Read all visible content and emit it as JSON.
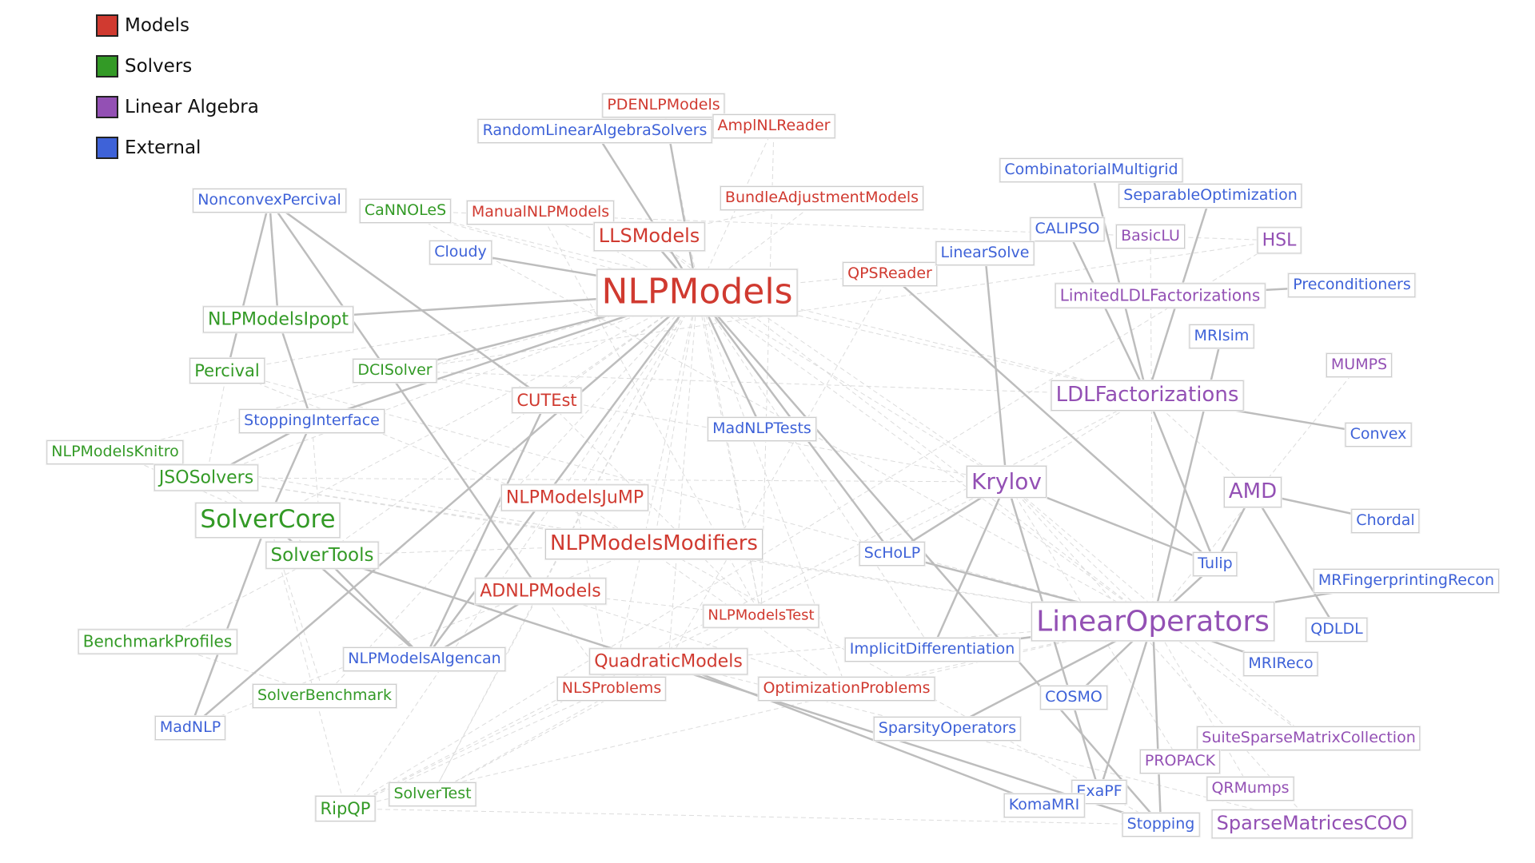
{
  "legend": [
    {
      "label": "Models",
      "color": "#d03a30"
    },
    {
      "label": "Solvers",
      "color": "#339a26"
    },
    {
      "label": "Linear Algebra",
      "color": "#9350b4"
    },
    {
      "label": "External",
      "color": "#3e62d8"
    }
  ],
  "nodes": [
    {
      "id": "NLPModels",
      "cat": "Models",
      "size": 44
    },
    {
      "id": "PDENLPModels",
      "cat": "Models",
      "size": 19
    },
    {
      "id": "AmplNLReader",
      "cat": "Models",
      "size": 19
    },
    {
      "id": "RandomLinearAlgebraSolvers",
      "cat": "External",
      "size": 19
    },
    {
      "id": "BundleAdjustmentModels",
      "cat": "Models",
      "size": 19
    },
    {
      "id": "ManualNLPModels",
      "cat": "Models",
      "size": 19
    },
    {
      "id": "LLSModels",
      "cat": "Models",
      "size": 24
    },
    {
      "id": "QPSReader",
      "cat": "Models",
      "size": 19
    },
    {
      "id": "CUTEst",
      "cat": "Models",
      "size": 21
    },
    {
      "id": "NLPModelsJuMP",
      "cat": "Models",
      "size": 22
    },
    {
      "id": "NLPModelsModifiers",
      "cat": "Models",
      "size": 26
    },
    {
      "id": "ADNLPModels",
      "cat": "Models",
      "size": 22
    },
    {
      "id": "NLPModelsTest",
      "cat": "Models",
      "size": 18
    },
    {
      "id": "QuadraticModels",
      "cat": "Models",
      "size": 22
    },
    {
      "id": "NLSProblems",
      "cat": "Models",
      "size": 19
    },
    {
      "id": "OptimizationProblems",
      "cat": "Models",
      "size": 19
    },
    {
      "id": "CaNNOLeS",
      "cat": "Solvers",
      "size": 19
    },
    {
      "id": "NLPModelsIpopt",
      "cat": "Solvers",
      "size": 22
    },
    {
      "id": "Percival",
      "cat": "Solvers",
      "size": 21
    },
    {
      "id": "DCISolver",
      "cat": "Solvers",
      "size": 19
    },
    {
      "id": "NLPModelsKnitro",
      "cat": "Solvers",
      "size": 19
    },
    {
      "id": "JSOSolvers",
      "cat": "Solvers",
      "size": 22
    },
    {
      "id": "SolverCore",
      "cat": "Solvers",
      "size": 31
    },
    {
      "id": "SolverTools",
      "cat": "Solvers",
      "size": 23
    },
    {
      "id": "BenchmarkProfiles",
      "cat": "Solvers",
      "size": 20
    },
    {
      "id": "SolverBenchmark",
      "cat": "Solvers",
      "size": 19
    },
    {
      "id": "RipQP",
      "cat": "Solvers",
      "size": 21
    },
    {
      "id": "SolverTest",
      "cat": "Solvers",
      "size": 19
    },
    {
      "id": "Krylov",
      "cat": "Linear Algebra",
      "size": 28
    },
    {
      "id": "LinearOperators",
      "cat": "Linear Algebra",
      "size": 36
    },
    {
      "id": "LDLFactorizations",
      "cat": "Linear Algebra",
      "size": 26
    },
    {
      "id": "AMD",
      "cat": "Linear Algebra",
      "size": 26
    },
    {
      "id": "HSL",
      "cat": "Linear Algebra",
      "size": 22
    },
    {
      "id": "BasicLU",
      "cat": "Linear Algebra",
      "size": 19
    },
    {
      "id": "LimitedLDLFactorizations",
      "cat": "Linear Algebra",
      "size": 20
    },
    {
      "id": "MUMPS",
      "cat": "Linear Algebra",
      "size": 19
    },
    {
      "id": "SuiteSparseMatrixCollection",
      "cat": "Linear Algebra",
      "size": 19
    },
    {
      "id": "PROPACK",
      "cat": "Linear Algebra",
      "size": 19
    },
    {
      "id": "QRMumps",
      "cat": "Linear Algebra",
      "size": 19
    },
    {
      "id": "SparseMatricesCOO",
      "cat": "Linear Algebra",
      "size": 24
    },
    {
      "id": "NonconvexPercival",
      "cat": "External",
      "size": 19
    },
    {
      "id": "Cloudy",
      "cat": "External",
      "size": 19
    },
    {
      "id": "StoppingInterface",
      "cat": "External",
      "size": 19
    },
    {
      "id": "MadNLPTests",
      "cat": "External",
      "size": 19
    },
    {
      "id": "NLPModelsAlgencan",
      "cat": "External",
      "size": 19
    },
    {
      "id": "MadNLP",
      "cat": "External",
      "size": 19
    },
    {
      "id": "CombinatorialMultigrid",
      "cat": "External",
      "size": 19
    },
    {
      "id": "SeparableOptimization",
      "cat": "External",
      "size": 19
    },
    {
      "id": "CALIPSO",
      "cat": "External",
      "size": 19
    },
    {
      "id": "LinearSolve",
      "cat": "External",
      "size": 19
    },
    {
      "id": "Preconditioners",
      "cat": "External",
      "size": 19
    },
    {
      "id": "MRIsim",
      "cat": "External",
      "size": 19
    },
    {
      "id": "Convex",
      "cat": "External",
      "size": 19
    },
    {
      "id": "Chordal",
      "cat": "External",
      "size": 19
    },
    {
      "id": "ScHoLP",
      "cat": "External",
      "size": 19
    },
    {
      "id": "Tulip",
      "cat": "External",
      "size": 19
    },
    {
      "id": "MRFingerprintingRecon",
      "cat": "External",
      "size": 19
    },
    {
      "id": "QDLDL",
      "cat": "External",
      "size": 19
    },
    {
      "id": "MRIReco",
      "cat": "External",
      "size": 19
    },
    {
      "id": "ImplicitDifferentiation",
      "cat": "External",
      "size": 19
    },
    {
      "id": "COSMO",
      "cat": "External",
      "size": 19
    },
    {
      "id": "SparsityOperators",
      "cat": "External",
      "size": 19
    },
    {
      "id": "ExaPF",
      "cat": "External",
      "size": 19
    },
    {
      "id": "KomaMRI",
      "cat": "External",
      "size": 19
    },
    {
      "id": "Stopping",
      "cat": "External",
      "size": 19
    }
  ],
  "edges_solid": [
    [
      "NLPModels",
      "Cloudy"
    ],
    [
      "NLPModels",
      "LLSModels"
    ],
    [
      "NLPModels",
      "NLPModelsIpopt"
    ],
    [
      "NLPModels",
      "DCISolver"
    ],
    [
      "NLPModels",
      "MadNLPTests"
    ],
    [
      "NLPModels",
      "NLPModelsAlgencan"
    ],
    [
      "NLPModels",
      "ScHoLP"
    ],
    [
      "NLPModels",
      "Stopping"
    ],
    [
      "NLPModels",
      "MadNLP"
    ],
    [
      "NLPModels",
      "PDENLPModels"
    ],
    [
      "NLPModels",
      "RandomLinearAlgebraSolvers"
    ],
    [
      "NLPModels",
      "StoppingInterface"
    ],
    [
      "NLPModelsIpopt",
      "NonconvexPercival"
    ],
    [
      "NLPModelsIpopt",
      "StoppingInterface"
    ],
    [
      "Percival",
      "NonconvexPercival"
    ],
    [
      "NonconvexPercival",
      "ADNLPModels"
    ],
    [
      "JSOSolvers",
      "StoppingInterface"
    ],
    [
      "SolverCore",
      "StoppingInterface"
    ],
    [
      "SolverCore",
      "MadNLP"
    ],
    [
      "SolverCore",
      "NLPModelsAlgencan"
    ],
    [
      "SolverTools",
      "NLPModelsAlgencan"
    ],
    [
      "SolverTools",
      "Stopping"
    ],
    [
      "CUTEst",
      "NLPModelsAlgencan"
    ],
    [
      "CUTEst",
      "NonconvexPercival"
    ],
    [
      "ADNLPModels",
      "NLPModelsAlgencan"
    ],
    [
      "QuadraticModels",
      "KomaMRI"
    ],
    [
      "QPSReader",
      "Tulip"
    ],
    [
      "Krylov",
      "LinearSolve"
    ],
    [
      "Krylov",
      "ScHoLP"
    ],
    [
      "Krylov",
      "Tulip"
    ],
    [
      "Krylov",
      "ImplicitDifferentiation"
    ],
    [
      "Krylov",
      "ExaPF"
    ],
    [
      "LinearOperators",
      "SparsityOperators"
    ],
    [
      "LinearOperators",
      "COSMO"
    ],
    [
      "LinearOperators",
      "ExaPF"
    ],
    [
      "LinearOperators",
      "Stopping"
    ],
    [
      "LinearOperators",
      "MRIReco"
    ],
    [
      "LinearOperators",
      "MRFingerprintingRecon"
    ],
    [
      "LinearOperators",
      "Tulip"
    ],
    [
      "LinearOperators",
      "ScHoLP"
    ],
    [
      "LinearOperators",
      "ImplicitDifferentiation"
    ],
    [
      "LinearOperators",
      "MRIsim"
    ],
    [
      "LDLFactorizations",
      "Convex"
    ],
    [
      "LDLFactorizations",
      "Tulip"
    ],
    [
      "LDLFactorizations",
      "SeparableOptimization"
    ],
    [
      "LDLFactorizations",
      "CombinatorialMultigrid"
    ],
    [
      "LDLFactorizations",
      "CALIPSO"
    ],
    [
      "AMD",
      "Chordal"
    ],
    [
      "AMD",
      "QDLDL"
    ],
    [
      "AMD",
      "Tulip"
    ],
    [
      "LimitedLDLFactorizations",
      "Preconditioners"
    ]
  ],
  "edges_dashed": [
    [
      "NLPModels",
      "QPSReader"
    ],
    [
      "NLPModels",
      "CaNNOLeS"
    ],
    [
      "NLPModels",
      "ManualNLPModels"
    ],
    [
      "NLPModels",
      "BundleAdjustmentModels"
    ],
    [
      "NLPModels",
      "AmplNLReader"
    ],
    [
      "NLPModels",
      "CUTEst"
    ],
    [
      "NLPModels",
      "NLPModelsJuMP"
    ],
    [
      "NLPModels",
      "NLPModelsModifiers"
    ],
    [
      "NLPModels",
      "ADNLPModels"
    ],
    [
      "NLPModels",
      "NLPModelsTest"
    ],
    [
      "NLPModels",
      "QuadraticModels"
    ],
    [
      "NLPModels",
      "NLSProblems"
    ],
    [
      "NLPModels",
      "OptimizationProblems"
    ],
    [
      "NLPModels",
      "Percival"
    ],
    [
      "NLPModels",
      "NLPModelsKnitro"
    ],
    [
      "NLPModels",
      "JSOSolvers"
    ],
    [
      "NLPModels",
      "SolverCore"
    ],
    [
      "NLPModels",
      "SolverTools"
    ],
    [
      "NLPModels",
      "SolverBenchmark"
    ],
    [
      "NLPModels",
      "RipQP"
    ],
    [
      "NLPModels",
      "SolverTest"
    ],
    [
      "NLPModels",
      "LinearOperators"
    ],
    [
      "NLPModels",
      "Krylov"
    ],
    [
      "NLPModels",
      "LDLFactorizations"
    ],
    [
      "NLPModels",
      "ImplicitDifferentiation"
    ],
    [
      "NLPModelsModifiers",
      "LinearOperators"
    ],
    [
      "NLPModelsModifiers",
      "JSOSolvers"
    ],
    [
      "NLPModelsModifiers",
      "Percival"
    ],
    [
      "NLPModelsModifiers",
      "SolverTools"
    ],
    [
      "QuadraticModels",
      "LinearOperators"
    ],
    [
      "QuadraticModels",
      "RipQP"
    ],
    [
      "QuadraticModels",
      "SolverTest"
    ],
    [
      "QuadraticModels",
      "QPSReader"
    ],
    [
      "QuadraticModels",
      "SparseMatricesCOO"
    ],
    [
      "RipQP",
      "LinearOperators"
    ],
    [
      "RipQP",
      "Krylov"
    ],
    [
      "RipQP",
      "LDLFactorizations"
    ],
    [
      "RipQP",
      "Stopping"
    ],
    [
      "RipQP",
      "SolverCore"
    ],
    [
      "RipQP",
      "HSL"
    ],
    [
      "SolverTest",
      "ADNLPModels"
    ],
    [
      "SolverTest",
      "NLPModelsTest"
    ],
    [
      "SolverBenchmark",
      "SolverCore"
    ],
    [
      "SolverBenchmark",
      "BenchmarkProfiles"
    ],
    [
      "JSOSolvers",
      "Krylov"
    ],
    [
      "JSOSolvers",
      "LinearOperators"
    ],
    [
      "JSOSolvers",
      "SolverTools"
    ],
    [
      "Percival",
      "JSOSolvers"
    ],
    [
      "Percival",
      "LinearOperators"
    ],
    [
      "CaNNOLeS",
      "LinearOperators"
    ],
    [
      "CaNNOLeS",
      "HSL"
    ],
    [
      "CaNNOLeS",
      "LDLFactorizations"
    ],
    [
      "DCISolver",
      "Krylov"
    ],
    [
      "DCISolver",
      "LDLFactorizations"
    ],
    [
      "DCISolver",
      "HSL"
    ],
    [
      "Krylov",
      "LinearOperators"
    ],
    [
      "Krylov",
      "LDLFactorizations"
    ],
    [
      "Krylov",
      "SparseMatricesCOO"
    ],
    [
      "Krylov",
      "PROPACK"
    ],
    [
      "Krylov",
      "SuiteSparseMatrixCollection"
    ],
    [
      "LinearOperators",
      "QRMumps"
    ],
    [
      "LinearOperators",
      "MUMPS"
    ],
    [
      "LinearOperators",
      "BasicLU"
    ],
    [
      "LinearOperators",
      "SuiteSparseMatrixCollection"
    ],
    [
      "LinearOperators",
      "OptimizationProblems"
    ],
    [
      "AMD",
      "LDLFactorizations"
    ],
    [
      "LLSModels",
      "LinearOperators"
    ],
    [
      "LLSModels",
      "Krylov"
    ],
    [
      "NLSProblems",
      "ADNLPModels"
    ],
    [
      "NLSProblems",
      "NLPModelsJuMP"
    ],
    [
      "OptimizationProblems",
      "ADNLPModels"
    ],
    [
      "OptimizationProblems",
      "NLPModelsJuMP"
    ],
    [
      "ManualNLPModels",
      "NLPModelsTest"
    ],
    [
      "NLPModelsTest",
      "ADNLPModels"
    ],
    [
      "BundleAdjustmentModels",
      "LLSModels"
    ],
    [
      "AmplNLReader",
      "NLPModelsTest"
    ],
    [
      "PDENLPModels",
      "NLPModelsTest"
    ],
    [
      "CUTEst",
      "NLPModelsTest"
    ],
    [
      "NLPModelsKnitro",
      "SolverCore"
    ],
    [
      "NLPModelsKnitro",
      "NLPModelsModifiers"
    ],
    [
      "BenchmarkProfiles",
      "SolverTools"
    ],
    [
      "StoppingInterface",
      "SolverTools"
    ],
    [
      "Stopping",
      "NLPModelsModifiers"
    ],
    [
      "MadNLP",
      "NLPModelsModifiers"
    ]
  ]
}
